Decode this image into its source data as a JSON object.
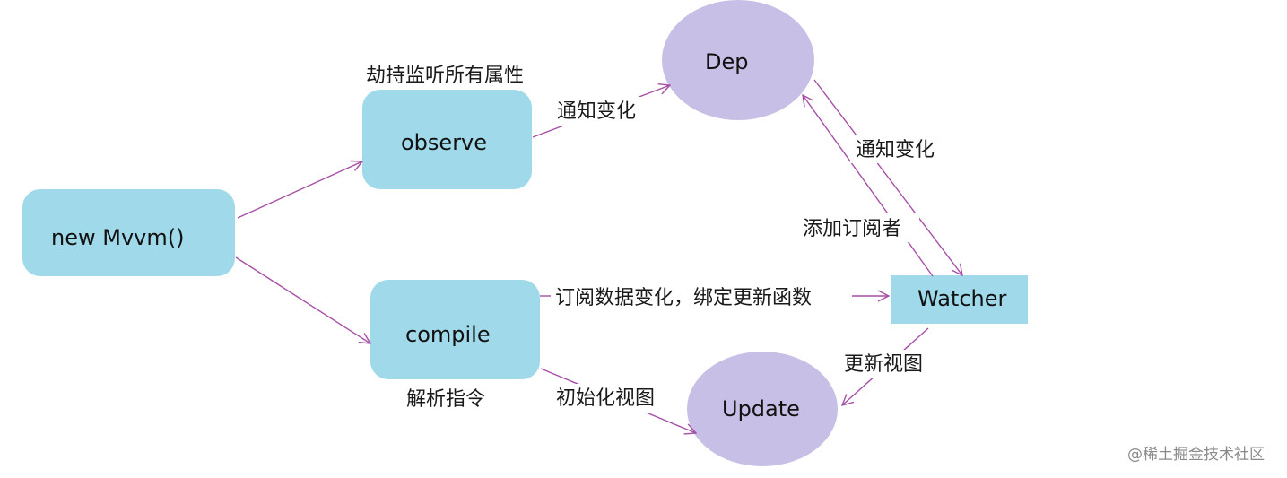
{
  "nodes": {
    "mvvm": "new Mvvm()",
    "observe": "observe",
    "compile": "compile",
    "dep": "Dep",
    "watcher": "Watcher",
    "update": "Update"
  },
  "labels": {
    "observe_caption": "劫持监听所有属性",
    "compile_caption": "解析指令",
    "observe_to_dep": "通知变化",
    "dep_to_watcher": "通知变化",
    "watcher_to_dep": "添加订阅者",
    "compile_to_watcher": "订阅数据变化，绑定更新函数",
    "compile_to_update": "初始化视图",
    "watcher_to_update": "更新视图"
  },
  "watermark": "@稀土掘金技术社区",
  "colors": {
    "box_fill": "#9fd9ea",
    "ellipse_fill": "#c7bfe6",
    "edge": "#a64fa6"
  }
}
